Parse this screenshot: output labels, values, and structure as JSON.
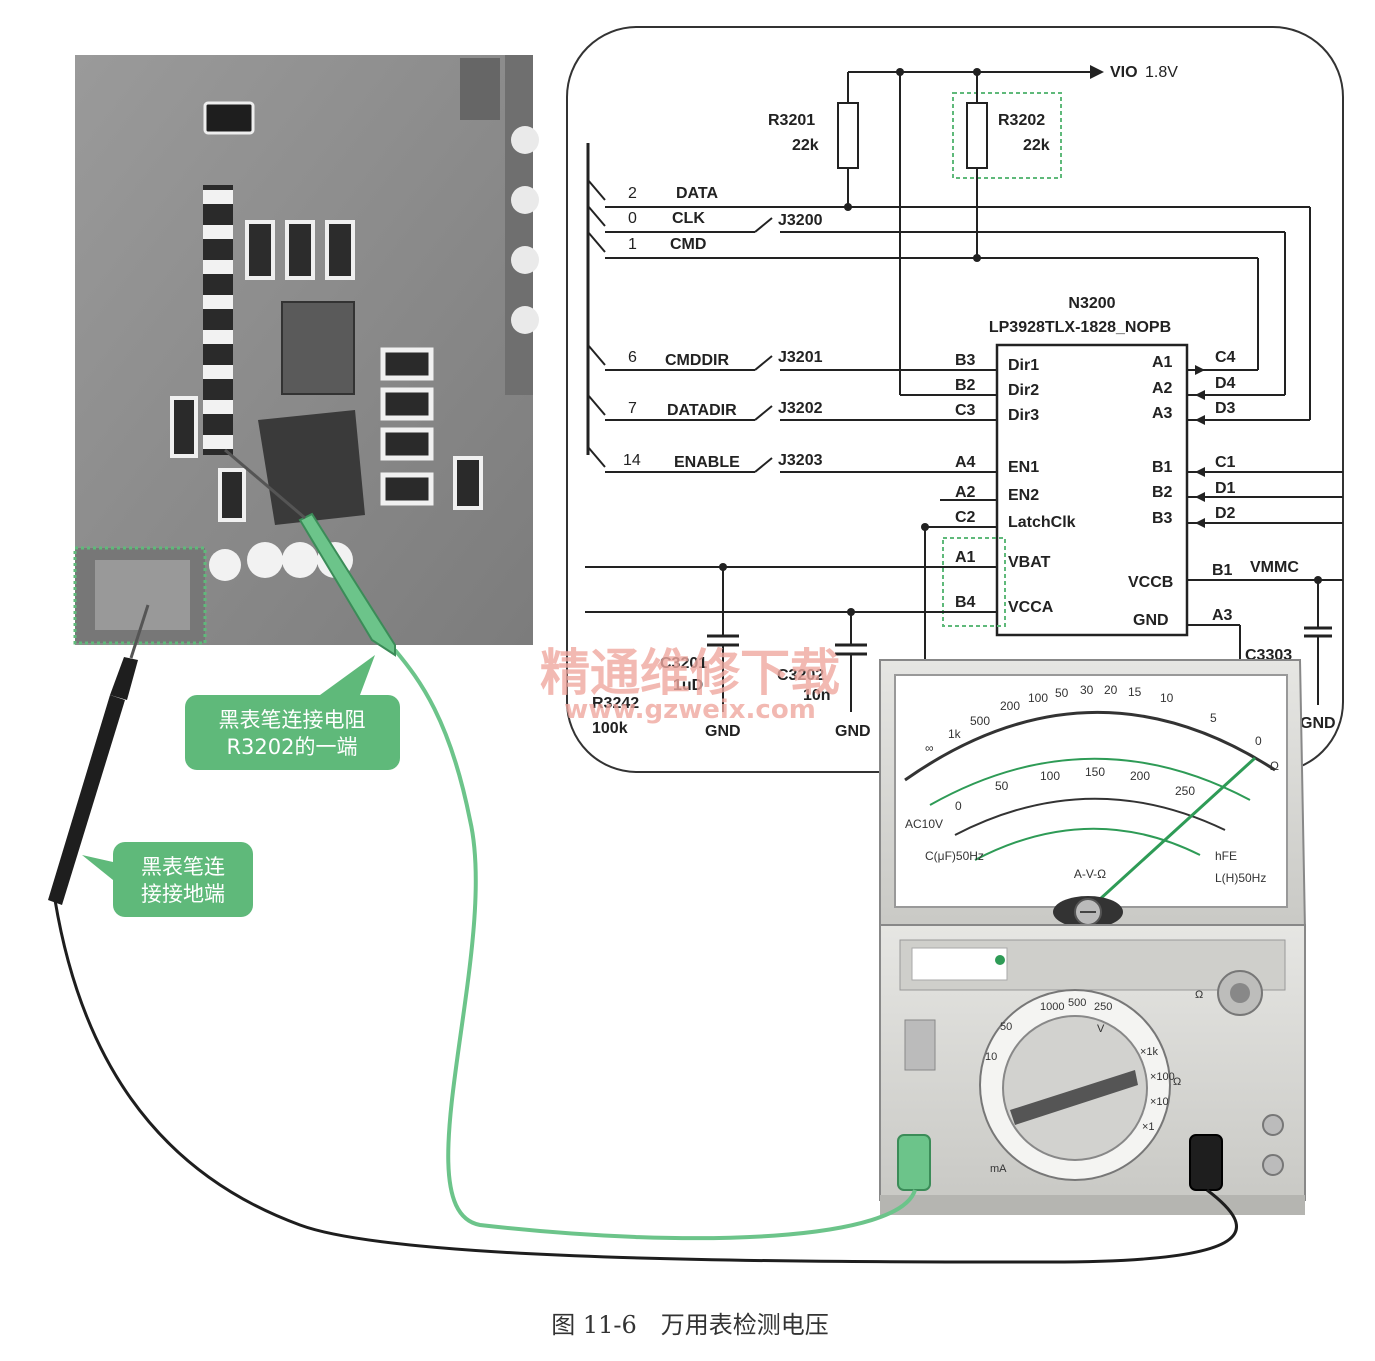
{
  "schematic": {
    "supply_label": "VIO",
    "supply_value": "1.8V",
    "resistors": [
      {
        "ref": "R3201",
        "value": "22k"
      },
      {
        "ref": "R3202",
        "value": "22k"
      }
    ],
    "connector_pins": [
      {
        "num": "2",
        "name": "DATA",
        "jumper": ""
      },
      {
        "num": "0",
        "name": "CLK",
        "jumper": "J3200"
      },
      {
        "num": "1",
        "name": "CMD",
        "jumper": ""
      },
      {
        "num": "6",
        "name": "CMDDIR",
        "jumper": "J3201"
      },
      {
        "num": "7",
        "name": "DATADIR",
        "jumper": "J3202"
      },
      {
        "num": "14",
        "name": "ENABLE",
        "jumper": "J3203"
      }
    ],
    "ic_ref": "N3200",
    "ic_part": "LP3928TLX-1828_NOPB",
    "ic_left_pins": [
      {
        "ball": "B3",
        "name": "Dir1"
      },
      {
        "ball": "B2",
        "name": "Dir2"
      },
      {
        "ball": "C3",
        "name": "Dir3"
      },
      {
        "ball": "A4",
        "name": "EN1"
      },
      {
        "ball": "A2",
        "name": "EN2"
      },
      {
        "ball": "C2",
        "name": "LatchClk"
      },
      {
        "ball": "A1",
        "name": "VBAT"
      },
      {
        "ball": "B4",
        "name": "VCCA"
      }
    ],
    "ic_right_pins": [
      {
        "ball": "A1",
        "net": "C4"
      },
      {
        "ball": "A2",
        "net": "D4"
      },
      {
        "ball": "A3",
        "net": "D3"
      },
      {
        "ball": "B1",
        "net": "C1"
      },
      {
        "ball": "B2",
        "net": "D1"
      },
      {
        "ball": "B3",
        "net": "D2"
      }
    ],
    "vccb_label": "VCCB",
    "vccb_ball": "B1",
    "vccb_net": "VMMC",
    "gnd_label": "GND",
    "gnd_ball": "A3",
    "caps_bottom": [
      {
        "ref": "C3201",
        "value": "1uD"
      },
      {
        "ref": "C3202",
        "value": "10n"
      },
      {
        "ref": "C3303",
        "value": ""
      }
    ],
    "r3242_ref": "R3242",
    "r3242_value": "100k",
    "gnd_text": "GND"
  },
  "watermark": {
    "line1": "精通维修下载",
    "line2": "www.gzweix.com"
  },
  "callouts": [
    {
      "line1": "黑表笔连接电阻",
      "line2": "R3202的一端"
    },
    {
      "line1": "黑表笔连",
      "line2": "接接地端"
    }
  ],
  "meter": {
    "scale_label": "A-V-Ω",
    "ac_label": "AC10V",
    "c_label": "C(μF)50Hz",
    "l_label": "L(H)50Hz",
    "hfe_label": "hFE",
    "ohm_label": "Ω",
    "dial_v": "V",
    "dial_ohm": "Ω",
    "dial_ma": "mA",
    "ohm_scale": [
      "∞",
      "1k",
      "500",
      "200",
      "100",
      "50",
      "30",
      "20",
      "15",
      "10",
      "5",
      "0"
    ],
    "volt_scale": [
      "0",
      "50",
      "100",
      "150",
      "200",
      "250"
    ],
    "ranges_v": [
      "1000",
      "500",
      "250",
      "50",
      "10"
    ],
    "ranges_ohm": [
      "×1k",
      "×100",
      "×10",
      "×1"
    ]
  },
  "caption": "图 11-6　万用表检测电压",
  "colors": {
    "callout_green": "#5fb97a",
    "probe_green": "#6cc48a",
    "probe_black": "#1e1e1e",
    "pcb_gray": "#8c8c8c",
    "meter_body": "#d9d9d6",
    "dial_green": "#2e9b56"
  }
}
